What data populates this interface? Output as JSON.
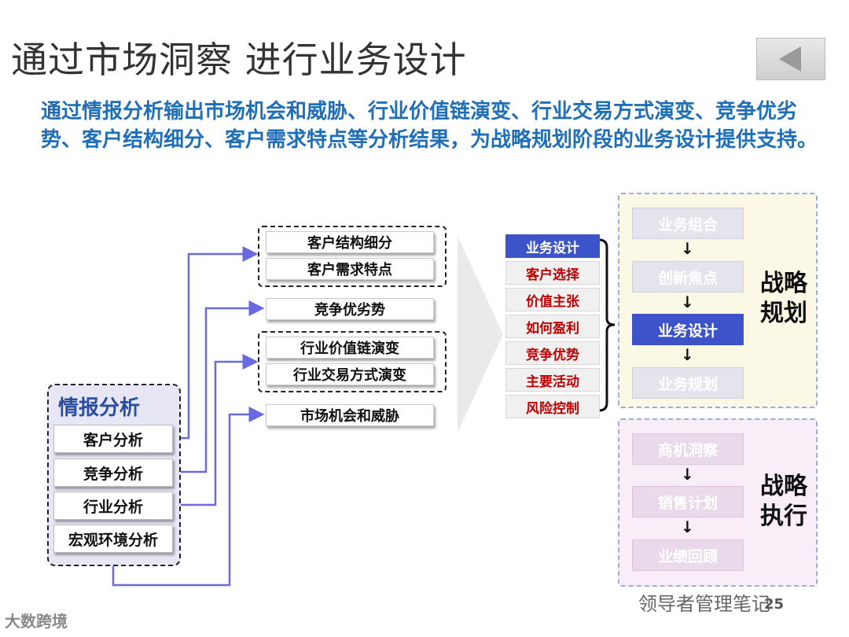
{
  "title": "通过市场洞察 进行业务设计",
  "summary": "通过情报分析输出市场机会和威胁、行业价值链演变、行业交易方式演变、竞争优劣势、客户结构细分、客户需求特点等分析结果，为战略规划阶段的业务设计提供支持。",
  "intel": {
    "title": "情报分析",
    "items": [
      "客户分析",
      "竞争分析",
      "行业分析",
      "宏观环境分析"
    ]
  },
  "outputs": {
    "group1": [
      "客户结构细分",
      "客户需求特点"
    ],
    "single1": "竞争优劣势",
    "group2": [
      "行业价值链演变",
      "行业交易方式演变"
    ],
    "single2": "市场机会和威胁"
  },
  "business_design": {
    "head": "业务设计",
    "items": [
      "客户选择",
      "价值主张",
      "如何盈利",
      "竞争优势",
      "主要活动",
      "风险控制"
    ]
  },
  "planning": {
    "label": "战略规划",
    "steps": [
      "业务组合",
      "创新焦点",
      "业务设计",
      "业务规划"
    ]
  },
  "execution": {
    "label": "战略执行",
    "steps": [
      "商机洞察",
      "销售计划",
      "业绩回顾"
    ]
  },
  "watermarks": {
    "right": "领导者管理笔记",
    "left": "大数跨境"
  },
  "page_number": "25",
  "colors": {
    "accent_blue": "#1f6fb8",
    "design_blue": "#3d53c9",
    "red_text": "#c00000",
    "connector": "#6a6ae0"
  }
}
